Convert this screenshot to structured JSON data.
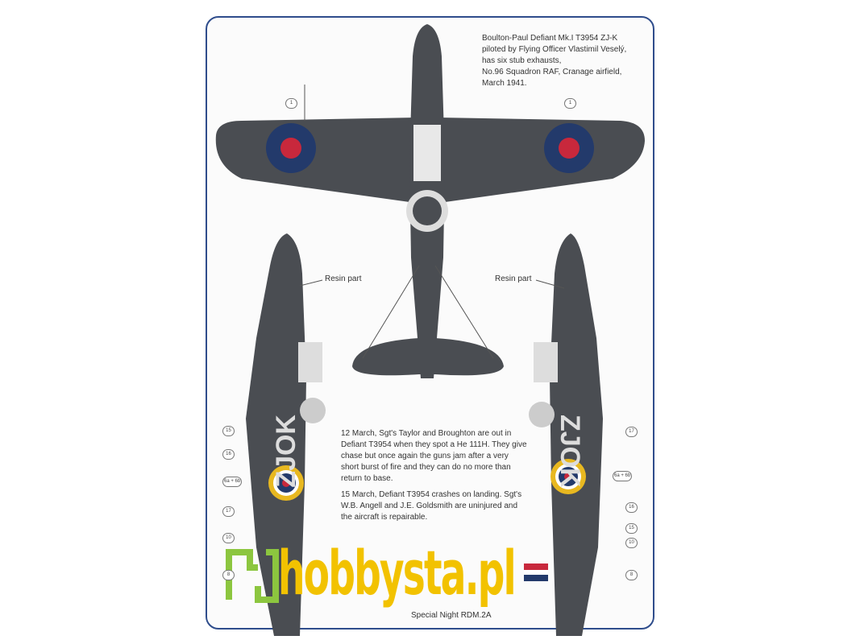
{
  "description_block": {
    "lines": [
      "Boulton-Paul Defiant Mk.I T3954 ZJ-K",
      "piloted by Flying Officer Vlastimil Veselý,",
      "has six stub exhausts,",
      "No.96 Squadron RAF,  Cranage airfield,",
      "March 1941."
    ]
  },
  "history": {
    "para1": "12 March, Sgt's Taylor and Broughton are out in Defiant T3954 when they spot a He 111H.  They give chase but once again the guns jam after a very short burst of fire and they can do no more than return to base.",
    "para2": "15 March, Defiant T3954 crashes on landing. Sgt's W.B. Angell and J.E. Goldsmith are uninjured and the aircraft is repairable."
  },
  "labels": {
    "resin_left": "Resin part",
    "resin_right": "Resin part"
  },
  "codes": {
    "left": "ZJOK",
    "right": "ZJOK"
  },
  "callouts": {
    "top": [
      "1",
      "1"
    ],
    "left": [
      "15",
      "16",
      "6a + 6b",
      "17",
      "10",
      "8"
    ],
    "right": [
      "17",
      "6a + 6b",
      "16",
      "15",
      "10",
      "8"
    ]
  },
  "caption": "Special Night RDM.2A",
  "watermark": "hobbysta.pl",
  "colors": {
    "border": "#2f4d8c",
    "aircraft": "#4a4d52",
    "roundel_blue": "#233a6b",
    "roundel_red": "#c8283c",
    "roundel_yellow": "#e8b820",
    "watermark_yellow": "#f2c200",
    "watermark_green": "#8cc63f"
  }
}
